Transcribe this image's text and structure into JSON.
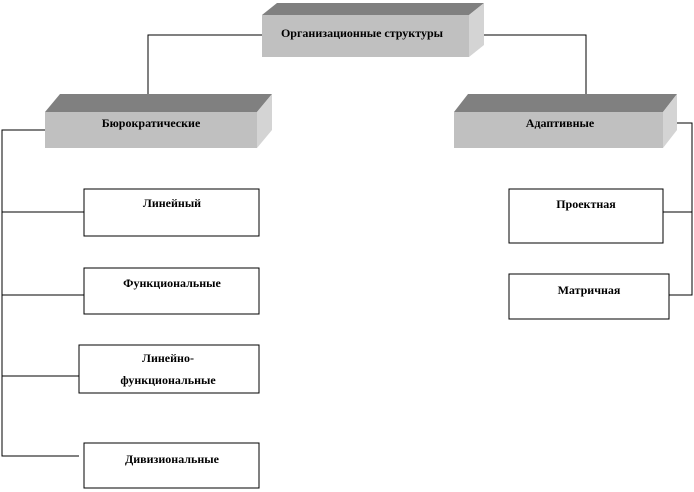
{
  "root": {
    "label": "Организационные  структуры"
  },
  "categories": {
    "bureaucratic": {
      "label": "Бюрократические"
    },
    "adaptive": {
      "label": "Адаптивные"
    }
  },
  "bureaucratic_types": [
    {
      "label": "Линейный"
    },
    {
      "label": "Функциональные"
    },
    {
      "label_line1": "Линейно-",
      "label_line2": "функциональные"
    },
    {
      "label": "Дивизиональные"
    }
  ],
  "adaptive_types": [
    {
      "label": "Проектная"
    },
    {
      "label": "Матричная"
    }
  ]
}
